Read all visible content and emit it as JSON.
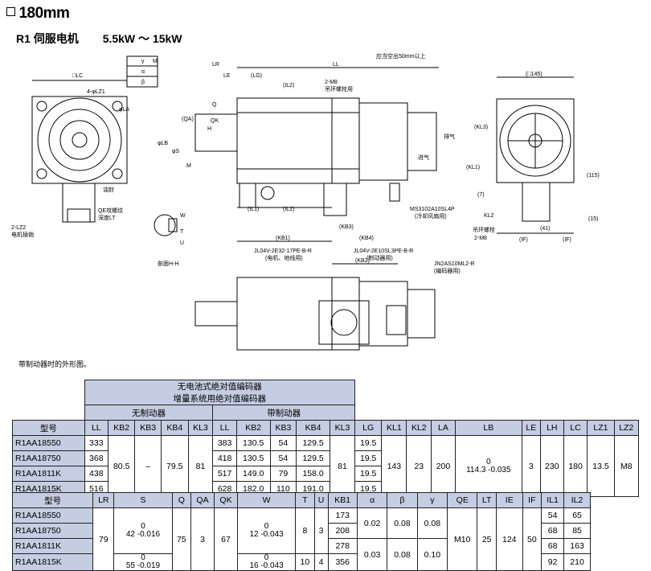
{
  "header": {
    "size": "180mm",
    "series": "R1 伺服电机",
    "power": "5.5kW ～ 15kW"
  },
  "drawing": {
    "labels": {
      "lc": "□LC",
      "lz1": "4-φLZ1",
      "la": "φLA",
      "lz2": "2-LZ2",
      "lz2_cap": "电机插销",
      "oil": "油封",
      "qe": "QE攻螺纹",
      "lt": "深度LT",
      "lr": "LR",
      "le": "LE",
      "lg": "(LG)",
      "il2": "(IL2)",
      "m8": "2-M8",
      "m8_cap": "吊环螺栓用",
      "ll": "LL",
      "space": "应当空出50mm以上",
      "qa": "(QA)",
      "q": "Q",
      "qk": "QK",
      "h": "H",
      "lb": "φLB",
      "s": "φS",
      "m": "M",
      "il1": "(IL1)",
      "il2b": "(IL2)",
      "exhaust": "排气",
      "intake": "进气",
      "kb1": "(KB1)",
      "kb3": "(KB3)",
      "kb4": "(KB4)",
      "ms": "MS3102A10SL4P",
      "ms_cap": "(冷却风扇用)",
      "jl1": "JL04V-2E32-17PE-B-R",
      "jl1_cap": "(电机、地线用)",
      "jl2": "JL04V-2E10SL3PE-B-R",
      "jl2_cap": "(制动器用)",
      "kb2": "(KB2)",
      "jn": "JN2AS10ML2-R",
      "jn_cap": "(编码器用)",
      "w": "W",
      "t": "T",
      "u": "U",
      "sect": "剖面H-H",
      "size145": "(□145)",
      "kl3": "(KL3)",
      "kl1": "(KL1)",
      "kl2": "KL2",
      "d7": "(7)",
      "d115": "(115)",
      "d41": "(41)",
      "d15": "(15)",
      "if1": "(IF)",
      "if2": "(IF)",
      "m8b_cap": "吊环螺栓",
      "m8b": "2-M8",
      "tol1": "⊥",
      "tol_g": "γ",
      "tol_a": "α",
      "tol_b": "β",
      "tol_m": "M"
    }
  },
  "note": "带制动器时的外形图。",
  "table1": {
    "enc_line1": "无电池式绝对值编码器",
    "enc_line2": "增量系统用绝对值编码器",
    "no_brake": "无制动器",
    "with_brake": "带制动器",
    "headers": [
      "型号",
      "LL",
      "KB2",
      "KB3",
      "KB4",
      "KL3",
      "LL",
      "KB2",
      "KB3",
      "KB4",
      "KL3",
      "LG",
      "KL1",
      "KL2",
      "LA",
      "LB",
      "LE",
      "LH",
      "LC",
      "LZ1",
      "LZ2"
    ],
    "models": [
      "R1AA18550",
      "R1AA18750",
      "R1AA1811K",
      "R1AA1815K"
    ],
    "ll_nb": [
      "333",
      "368",
      "438",
      "516"
    ],
    "kb2_nb": "80.5",
    "kb3_nb": "–",
    "kb4_nb": "79.5",
    "kl3_nb": "81",
    "ll_b": [
      "383",
      "418",
      "517",
      "628"
    ],
    "kb2_b": [
      "130.5",
      "130.5",
      "149.0",
      "182.0"
    ],
    "kb3_b": [
      "54",
      "54",
      "79",
      "110"
    ],
    "kb4_b": [
      "129.5",
      "129.5",
      "158.0",
      "191.0"
    ],
    "kl3_b": "81",
    "lg": [
      "19.5",
      "19.5",
      "19.5",
      "19.5"
    ],
    "kl1": "143",
    "kl2": "23",
    "la": "200",
    "lb_top": "0",
    "lb_bot": "114.3 -0.035",
    "le": "3",
    "lh": "230",
    "lc": "180",
    "lz1": "13.5",
    "lz2": "M8"
  },
  "table2": {
    "headers": [
      "型号",
      "LR",
      "S",
      "Q",
      "QA",
      "QK",
      "W",
      "T",
      "U",
      "KB1",
      "α",
      "β",
      "γ",
      "QE",
      "LT",
      "IE",
      "IF",
      "IL1",
      "IL2"
    ],
    "models": [
      "R1AA18550",
      "R1AA18750",
      "R1AA1811K",
      "R1AA1815K"
    ],
    "lr": "79",
    "s1_top": "0",
    "s1_bot": "42 -0.016",
    "s2_top": "0",
    "s2_bot": "55 -0.019",
    "q": "75",
    "qa": "3",
    "qk": "67",
    "w1_top": "0",
    "w1_bot": "12 -0.043",
    "w2_top": "0",
    "w2_bot": "16 -0.043",
    "t1": "8",
    "t2": "10",
    "u1": "3",
    "u2": "4",
    "kb1": [
      "173",
      "208",
      "278",
      "356"
    ],
    "alpha1": "0.02",
    "beta1": "0.08",
    "gamma1": "0.08",
    "alpha2": "0.03",
    "beta2": "0.08",
    "gamma2": "0.10",
    "qe": "M10",
    "lt": "25",
    "ie": "124",
    "if": "50",
    "il1": [
      "54",
      "68",
      "68",
      "92"
    ],
    "il2": [
      "65",
      "85",
      "163",
      "210"
    ]
  }
}
